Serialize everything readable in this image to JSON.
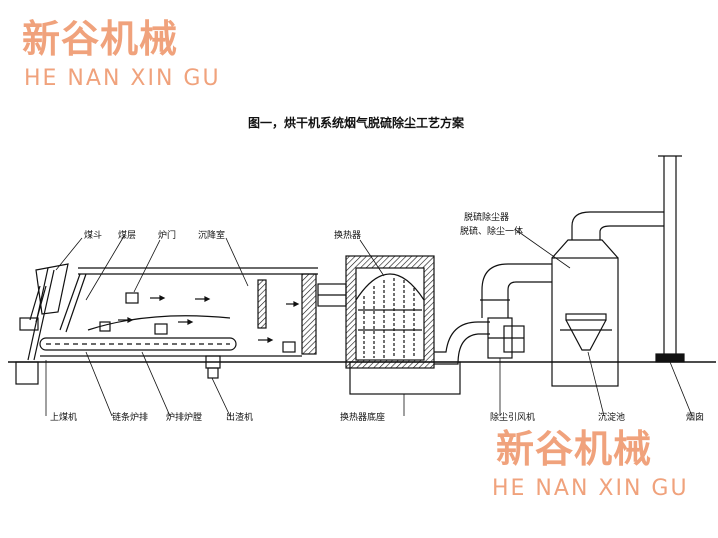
{
  "watermark_top": {
    "cn": "新谷机械",
    "en": "HE NAN XIN GU"
  },
  "watermark_bottom": {
    "cn": "新谷机械",
    "en": "HE NAN XIN GU"
  },
  "diagram": {
    "title": "图一，烘干机系统烟气脱硫除尘工艺方案",
    "labels": {
      "hopper": "煤斗",
      "coal_layer": "煤层",
      "furnace_door": "炉门",
      "settling_chamber": "沉降室",
      "heat_exchanger": "换热器",
      "desulfurizer": "脱硫除尘器",
      "desulfurizer_note": "脱硫、除尘一体",
      "coal_feeder": "上煤机",
      "chain_grate": "链条炉排",
      "grate_stoker": "炉排炉膛",
      "slag_remover": "出渣机",
      "heat_exchanger_base": "换热器底座",
      "induced_fan": "除尘引风机",
      "sediment_tank": "沉淀池",
      "chimney": "烟囱"
    }
  }
}
